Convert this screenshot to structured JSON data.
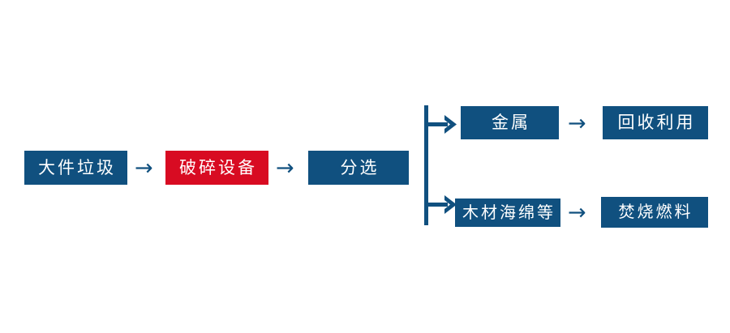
{
  "diagram": {
    "type": "process-flowchart",
    "title": "",
    "background_color": "#ffffff",
    "colors": {
      "primary_blue": "#10507F",
      "highlight_red": "#D80B22",
      "node_text": "#ffffff",
      "connector": "#10507F"
    },
    "arrow_glyph": "→",
    "main_flow": [
      {
        "id": "waste",
        "label": "大件垃圾",
        "color": "#10507F",
        "highlighted": false
      },
      {
        "id": "crusher",
        "label": "破碎设备",
        "color": "#D80B22",
        "highlighted": true
      },
      {
        "id": "sorting",
        "label": "分选",
        "color": "#10507F",
        "highlighted": false
      }
    ],
    "branches": [
      {
        "id": "upper",
        "steps": [
          {
            "id": "metal",
            "label": "金属",
            "color": "#10507F"
          },
          {
            "id": "recycle",
            "label": "回收利用",
            "color": "#10507F"
          }
        ]
      },
      {
        "id": "lower",
        "steps": [
          {
            "id": "woodsponge",
            "label": "木材海绵等",
            "color": "#10507F"
          },
          {
            "id": "fuel",
            "label": "焚烧燃料",
            "color": "#10507F"
          }
        ]
      }
    ],
    "connectors": {
      "arrow_waste_to_crusher": "→",
      "arrow_crusher_to_sorting": "→",
      "arrow_metal_to_recycle": "→",
      "arrow_wood_to_fuel": "→",
      "split_connector_name": "branch-split-connector"
    }
  }
}
